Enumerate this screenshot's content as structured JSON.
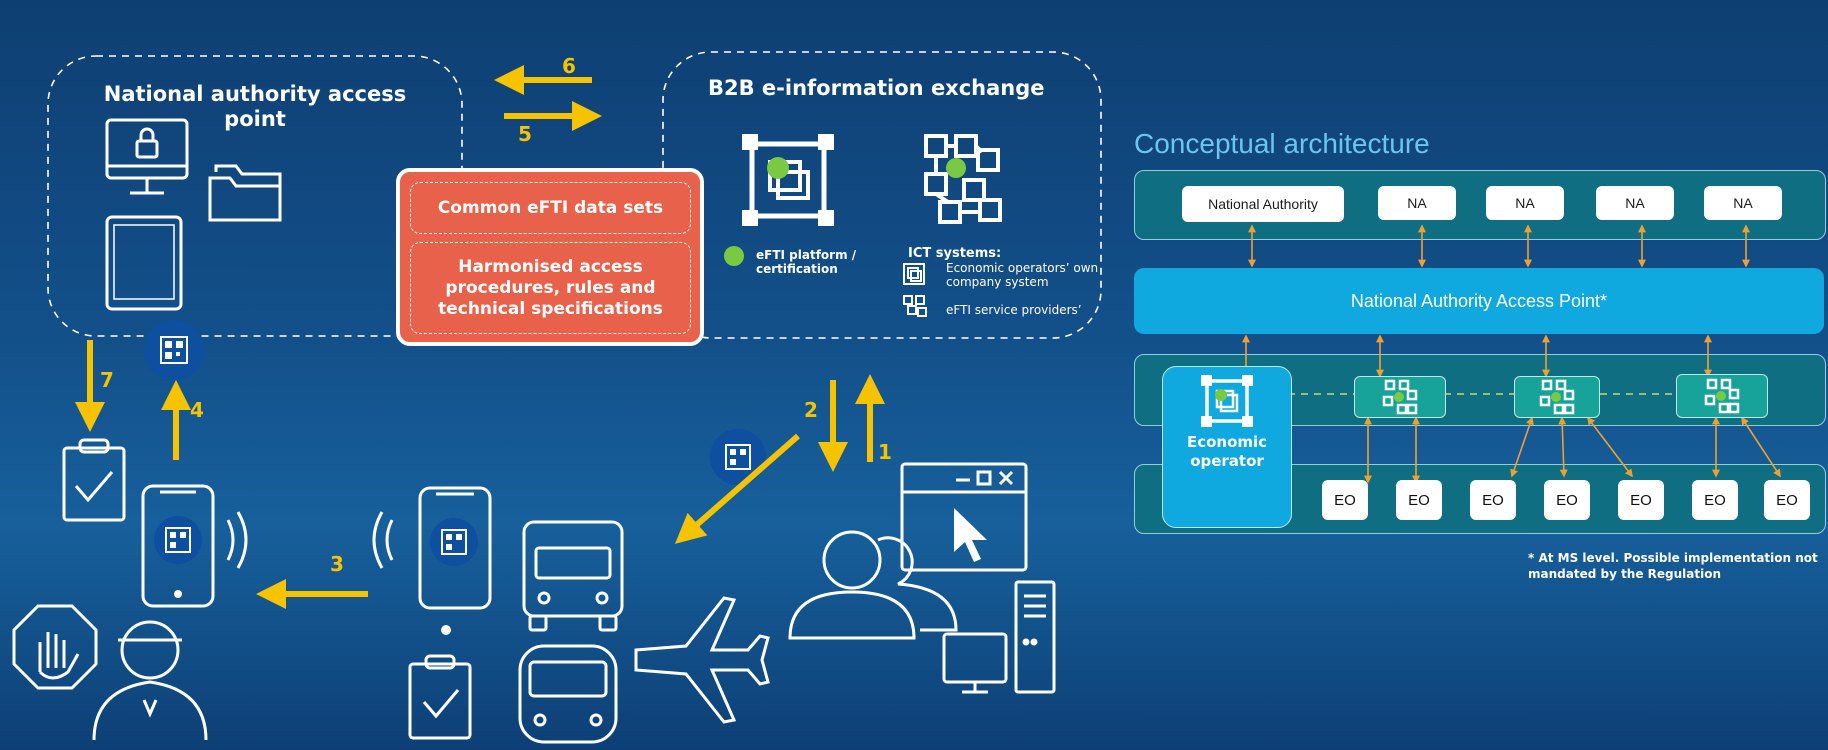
{
  "flow": {
    "national_access_point_title": "National authority access point",
    "b2b_title": "B2B e-information exchange",
    "common_datasets": "Common eFTI data sets",
    "harmonised": "Harmonised access procedures, rules and technical specifications",
    "legend_platform": "eFTI platform / certification",
    "legend_ict_title": "ICT systems:",
    "legend_ict_own": "Economic operators’ own company system",
    "legend_ict_providers": "eFTI service providers’",
    "steps": [
      "1",
      "2",
      "3",
      "4",
      "5",
      "6",
      "7"
    ]
  },
  "architecture": {
    "title": "Conceptual architecture",
    "national_authority": "National Authority",
    "na_labels": [
      "NA",
      "NA",
      "NA",
      "NA"
    ],
    "access_point": "National Authority Access Point*",
    "economic_operator": "Economic operator",
    "eo_labels": [
      "EO",
      "EO",
      "EO",
      "EO",
      "EO",
      "EO",
      "EO"
    ],
    "footnote": "* At MS level. Possible implementation not mandated by the Regulation"
  },
  "colors": {
    "background": "#124d86",
    "accent_yellow": "#f5c300",
    "coral": "#e8614a",
    "teal_band": "#0f6e82",
    "access_point_blue": "#0fa8df",
    "node_teal": "#17a39a",
    "green_dot": "#7ac943"
  },
  "icons": [
    "lock-monitor-icon",
    "folder-icon",
    "tablet-icon",
    "qr-code-icon",
    "clipboard-check-icon",
    "smartphone-icon",
    "signal-waves-icon",
    "stop-hand-icon",
    "officer-icon",
    "truck-icon",
    "bus-icon",
    "airplane-icon",
    "users-icon",
    "browser-window-icon",
    "cursor-icon",
    "desktop-computer-icon",
    "server-icon",
    "efti-platform-icon",
    "ict-system-icon"
  ]
}
